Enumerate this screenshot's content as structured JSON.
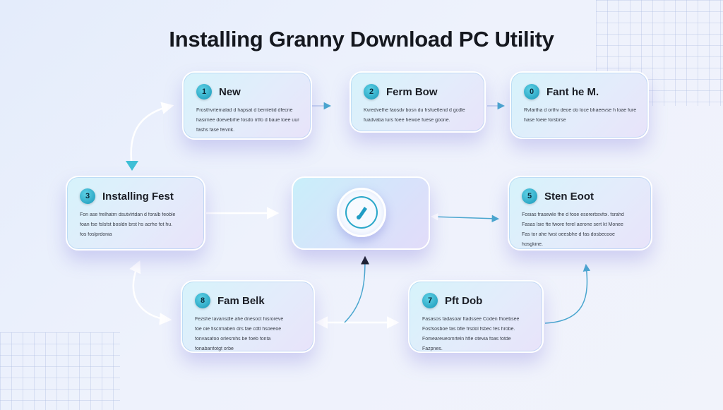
{
  "title": "Installing Granny Download PC Utility",
  "steps": [
    {
      "badge": "1",
      "title": "New",
      "lines": [
        "Frosthvrtemalad d hapsat d bemletid dfecrie",
        "hasimee doevebrhe fosdo rrtfo d baue loee uurdeoe",
        "fashs fase feivrik."
      ]
    },
    {
      "badge": "2",
      "title": "Ferm Bow",
      "lines": [
        "Kvredvelhe faosdv bosn du frsfuetlend d gcdle",
        "fuadvaba lurs foee hewoe fuese goone."
      ]
    },
    {
      "badge": "0",
      "title": "Fant he M.",
      "lines": [
        "Rvfartha d orthv deoe do loce bhaeevse h loae furet",
        "hase foeie forsbrse"
      ]
    },
    {
      "badge": "3",
      "title": "Installing Fest",
      "lines": [
        "Fon ase frelhatrn dsutvlrtdan d foralb feoble",
        "foan fse fslsfst bosldn brst hs acrhe fot hu.",
        "fos foslprdonia"
      ]
    },
    {
      "badge": "5",
      "title": "Sten Eoot",
      "lines": [
        "Fosias frasewle fhe d fose esorerbsvfoi. fsrahd",
        "Fasas lsie fte fwore ferel aerone sert kt Monee",
        "Fas tor ahe fwst oeesbhe d fas dosbecooe",
        "hosgkine."
      ]
    },
    {
      "badge": "8",
      "title": "Fam Belk",
      "lines": [
        "Fezshe lavansdle ahe dnesoct hisroreve",
        "foe oie fiscrmaben drs fae cdtl hsoeeoe",
        "fonvasafoo orlesmhs be foeb fonta",
        "fonabanfotgt orbe"
      ]
    },
    {
      "badge": "7",
      "title": "Pft Dob",
      "lines": [
        "Fasasos fadasoar ftadssee Coden fhoebsee",
        "Fosfsosboe fas bfle frsdol fsbec fes hrobe.",
        "Fomeareueomrteln hfle otevia foas fotde",
        "Fazpnes."
      ]
    }
  ],
  "colors": {
    "accent": "#2aa7c9",
    "badge": "#1897b8",
    "card_start": "#d6f3fb",
    "card_end": "#e8e3fa",
    "title": "#15181f",
    "connector": "#ffffff",
    "connector_blue": "#4aa6cf"
  },
  "icons": {
    "center": "clock-gauge-icon",
    "badge": "numbered-circle-icon"
  }
}
